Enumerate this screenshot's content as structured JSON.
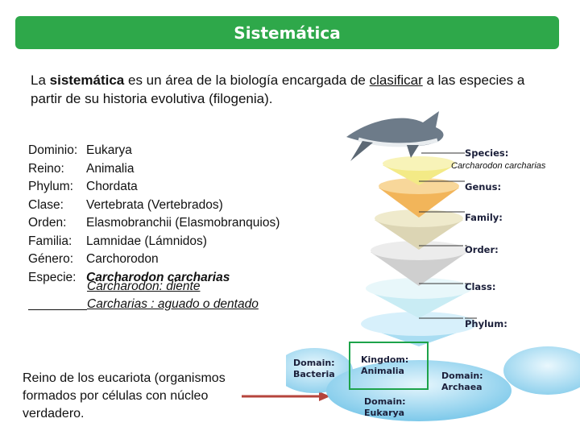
{
  "title": "Sistemática",
  "intro": {
    "t1": "La ",
    "bold": "sistemática",
    "t2": " es un área de la biología encargada de ",
    "underlined": "clasificar",
    "t3": " a las especies a partir de su historia evolutiva (filogenia)."
  },
  "taxonomy": [
    {
      "label": "Dominio:",
      "value": "Eukarya"
    },
    {
      "label": "Reino:",
      "value": "Animalia"
    },
    {
      "label": "Phylum:",
      "value": "Chordata"
    },
    {
      "label": "Clase:",
      "value": "Vertebrata (Vertebrados)"
    },
    {
      "label": "Orden:",
      "value": "Elasmobranchii (Elasmobranquios)"
    },
    {
      "label": "Familia:",
      "value": "Lamnidae (Lámnidos)"
    },
    {
      "label": "Género:",
      "value": "Carchorodon"
    },
    {
      "label": "Especie:",
      "value": "Carcharodon carcharias"
    }
  ],
  "etymology": [
    "Carcharodon: diente",
    "Carcharias : aguado o dentado"
  ],
  "note": "Reino de los eucariota (organismos formados por células con núcleo verdadero.",
  "diagram": {
    "species_label": "Species:",
    "species_name": "Carcharodon  carcharias",
    "genus": "Genus:",
    "family": "Family:",
    "order": "Order:",
    "class": "Class:",
    "phylum": "Phylum:",
    "kingdom": [
      "Kingdom:",
      "Animalia"
    ],
    "domain_bacteria": [
      "Domain:",
      "Bacteria"
    ],
    "domain_archaea": [
      "Domain:",
      "Archaea"
    ],
    "domain_eukarya": [
      "Domain:",
      "Eukarya"
    ]
  },
  "colors": {
    "title_bar": "#2ea84a",
    "arrow": "#b5443c",
    "highlight_box": "#1da34a"
  }
}
